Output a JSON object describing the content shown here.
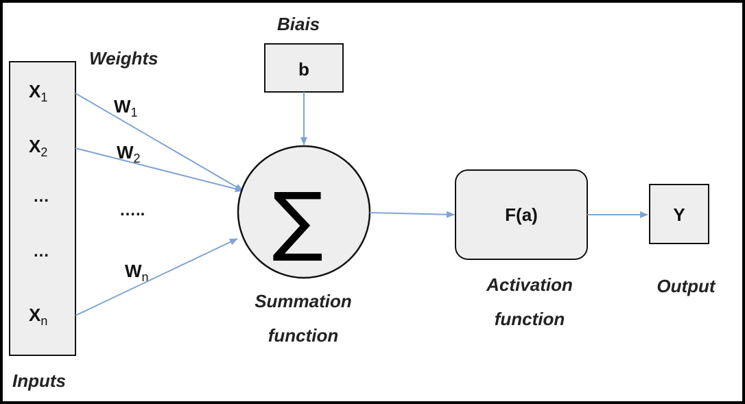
{
  "diagram": {
    "bias_label": "Biais",
    "bias_value": "b",
    "weights_label": "Weights",
    "inputs": {
      "caption": "Inputs",
      "items": [
        {
          "base": "X",
          "sub": "1"
        },
        {
          "base": "X",
          "sub": "2"
        },
        {
          "base": "…",
          "sub": ""
        },
        {
          "base": "…",
          "sub": ""
        },
        {
          "base": "X",
          "sub": "n"
        }
      ]
    },
    "weights": [
      {
        "base": "W",
        "sub": "1"
      },
      {
        "base": "W",
        "sub": "2"
      },
      {
        "base": "W",
        "sub": "n"
      }
    ],
    "weights_ellipsis": "…..",
    "summation": {
      "symbol": "∑",
      "caption_line1": "Summation",
      "caption_line2": "function"
    },
    "activation": {
      "value": "F(a)",
      "caption_line1": "Activation",
      "caption_line2": "function"
    },
    "output": {
      "value": "Y",
      "caption": "Output"
    },
    "colors": {
      "arrow": "#7fa3d4",
      "box_fill": "#eeeeee",
      "stroke": "#111111",
      "border": "#000000"
    }
  }
}
